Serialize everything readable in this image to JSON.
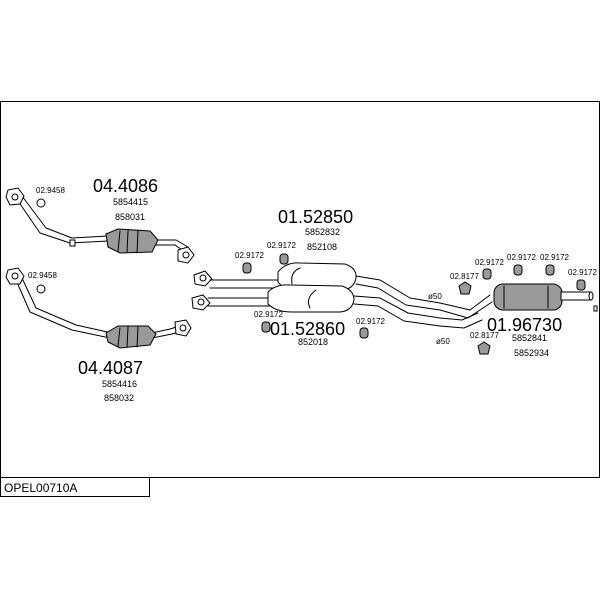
{
  "diagram": {
    "code": "OPEL00710A",
    "parts": [
      {
        "number": "04.4086",
        "refs": [
          "5854415",
          "858031"
        ]
      },
      {
        "number": "04.4087",
        "refs": [
          "5854416",
          "858032"
        ]
      },
      {
        "number": "01.52850",
        "refs": [
          "5852832",
          "852108"
        ]
      },
      {
        "number": "01.52860",
        "refs": [
          "852018"
        ]
      },
      {
        "number": "01.96730",
        "refs": [
          "5852841",
          "5852934"
        ]
      }
    ],
    "clamps": {
      "c1": "02.9458",
      "c2": "02.9458",
      "c3": "02.9172",
      "c4": "02.9172",
      "c5": "02.9172",
      "c6": "02.9172",
      "c7": "02.8177",
      "c8": "02.9172",
      "c9": "02.9172",
      "c10": "02.9172",
      "c11": "02.9172",
      "c12": "02.8177"
    },
    "diameters": {
      "d1": "ø50",
      "d2": "ø50"
    },
    "colors": {
      "line": "#000000",
      "shade": "#9a9a9a",
      "background": "#ffffff"
    }
  }
}
